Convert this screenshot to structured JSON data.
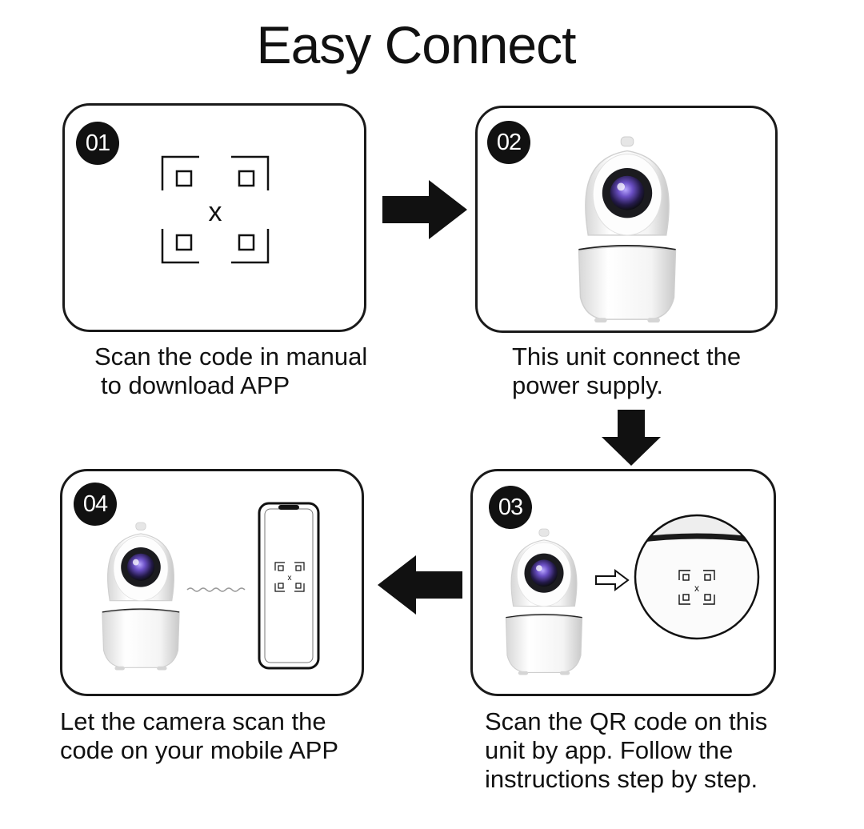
{
  "title": "Easy Connect",
  "steps": [
    {
      "number": "01",
      "caption": [
        "Scan the code in manual",
        "to download APP"
      ]
    },
    {
      "number": "02",
      "caption": [
        "This unit connect the",
        "power supply."
      ]
    },
    {
      "number": "03",
      "caption": [
        "Scan the QR code on this",
        "unit by app. Follow the",
        "instructions step by step."
      ]
    },
    {
      "number": "04",
      "caption": [
        "Let the camera scan the",
        "code on your mobile APP"
      ]
    }
  ],
  "qr_glyph": "x",
  "colors": {
    "ink": "#111111",
    "lens": "#6a4fc4",
    "camera_body": "#f2f2f2"
  },
  "icons": [
    "qr-code-icon",
    "camera-icon",
    "arrow-right-icon",
    "arrow-down-icon",
    "arrow-left-icon",
    "smartphone-icon",
    "magnifier-icon",
    "hollow-arrow-icon"
  ]
}
